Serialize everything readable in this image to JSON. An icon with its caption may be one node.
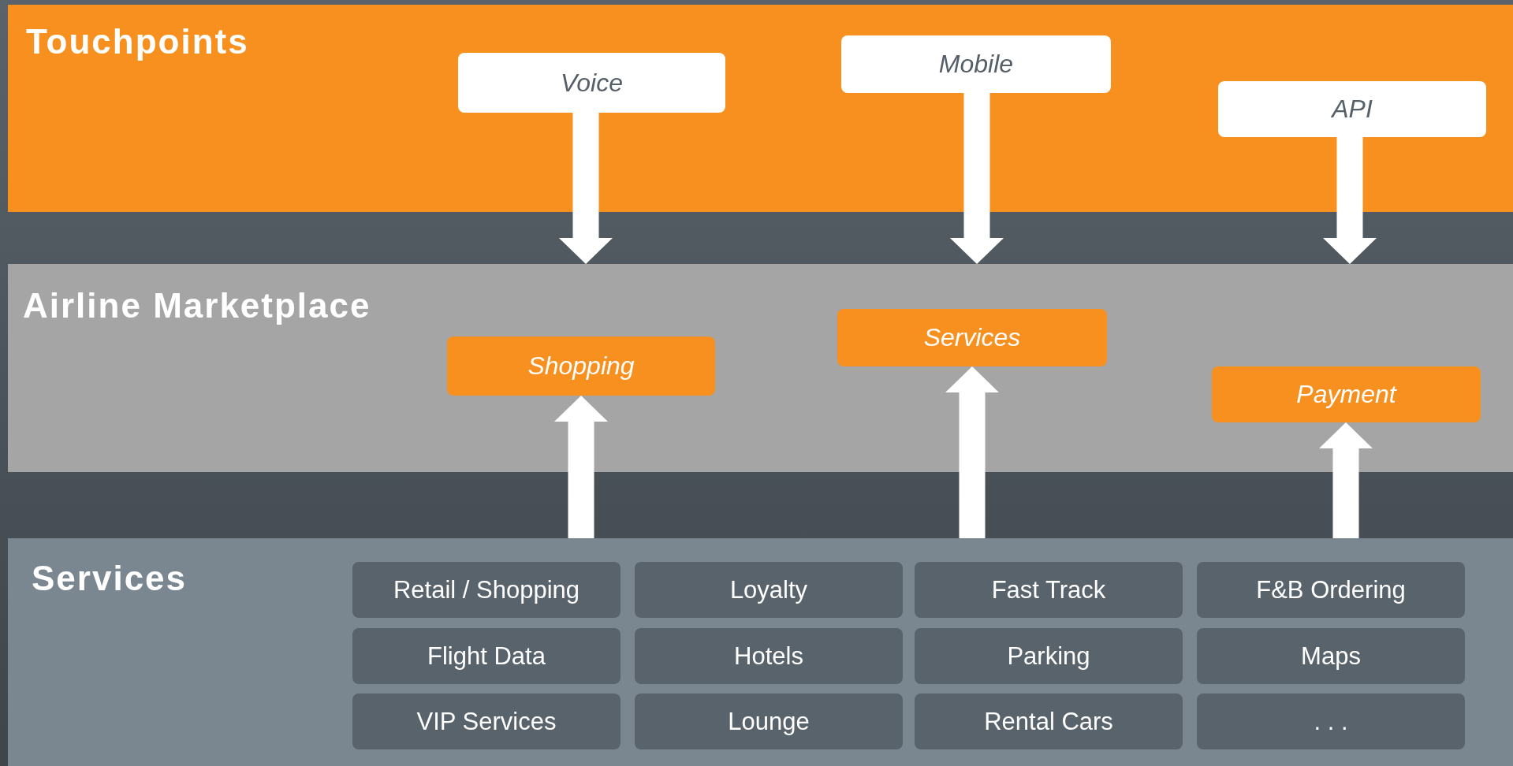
{
  "diagram": {
    "nodes": [
      {
        "text": [
          "Touchpoints"
        ]
      },
      {
        "text": [
          "Voice"
        ],
        "in": 0
      },
      {
        "text": [
          "Mobile"
        ],
        "in": 0
      },
      {
        "text": [
          "API"
        ],
        "in": 0
      },
      {
        "text": [
          "Airline Marketplace"
        ]
      },
      {
        "text": [
          "Shopping"
        ],
        "in": 4
      },
      {
        "text": [
          "Services"
        ],
        "in": 4
      },
      {
        "text": [
          "Payment"
        ],
        "in": 4
      },
      {
        "text": [
          "Services"
        ]
      },
      {
        "text": [
          "Retail / Shopping"
        ],
        "in": 8
      },
      {
        "text": [
          "Loyalty"
        ],
        "in": 8
      },
      {
        "text": [
          "Fast Track"
        ],
        "in": 8
      },
      {
        "text": [
          "F&B Ordering"
        ],
        "in": 8
      },
      {
        "text": [
          "Flight Data"
        ],
        "in": 8
      },
      {
        "text": [
          "Hotels"
        ],
        "in": 8
      },
      {
        "text": [
          "Parking"
        ],
        "in": 8
      },
      {
        "text": [
          "Maps"
        ],
        "in": 8
      },
      {
        "text": [
          "VIP Services"
        ],
        "in": 8
      },
      {
        "text": [
          "Lounge"
        ],
        "in": 8
      },
      {
        "text": [
          "Rental Cars"
        ],
        "in": 8
      },
      {
        "text": [
          ". . ."
        ],
        "in": 8
      }
    ],
    "edges": [
      {
        "from": 1,
        "to": 4,
        "arrow": "to"
      },
      {
        "from": 2,
        "to": 4,
        "arrow": "to"
      },
      {
        "from": 3,
        "to": 4,
        "arrow": "to"
      },
      {
        "from": 8,
        "to": 5,
        "arrow": "to"
      },
      {
        "from": 8,
        "to": 6,
        "arrow": "to"
      },
      {
        "from": 8,
        "to": 7,
        "arrow": "to"
      }
    ]
  }
}
